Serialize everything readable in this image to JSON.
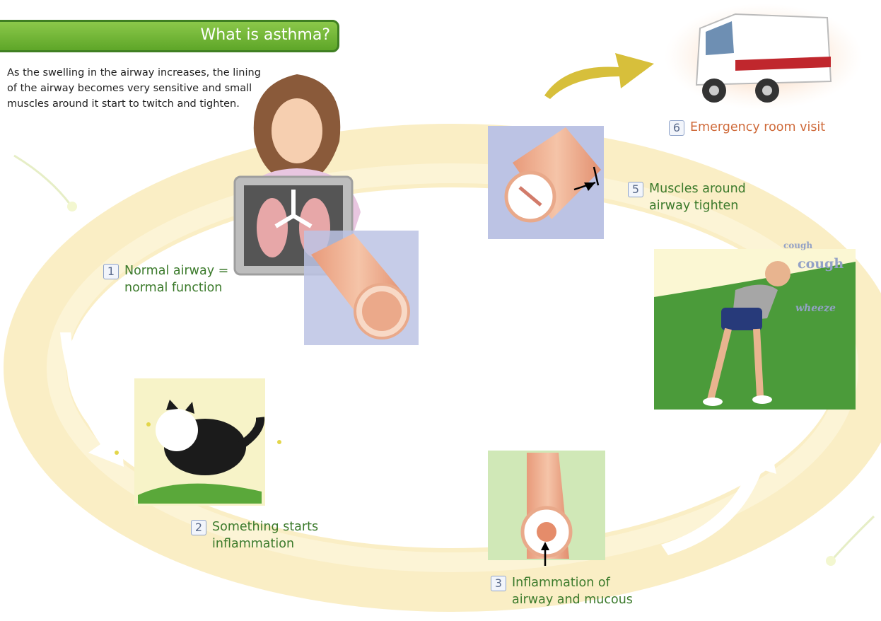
{
  "title": "What is asthma?",
  "intro": "As the swelling in the airway increases, the lining of the airway becomes very sensitive and small muscles around it start to twitch and tighten.",
  "steps": [
    {
      "num": "1",
      "line1": "Normal airway =",
      "line2": "normal function"
    },
    {
      "num": "2",
      "line1": "Something starts",
      "line2": "inflammation"
    },
    {
      "num": "3",
      "line1": "Inflammation of",
      "line2": "airway and mucous"
    },
    {
      "num": "5",
      "line1": "Muscles around",
      "line2": "airway tighten"
    },
    {
      "num": "6",
      "line1": "Emergency room visit",
      "line2": ""
    }
  ],
  "sounds": {
    "cough_small": "cough",
    "cough_large": "cough",
    "wheeze": "wheeze"
  },
  "icons": [
    "woman-xray-icon",
    "airway-tube-icon",
    "cat-icon",
    "man-coughing-icon",
    "ambulance-icon",
    "curved-arrow-icon"
  ],
  "colors": {
    "title_bg": "#6bb334",
    "step_green": "#3b7a2b",
    "step_orange": "#cf6a3a",
    "cycle_arrow": "#f5e3a6",
    "airway": "#e9a98a"
  }
}
